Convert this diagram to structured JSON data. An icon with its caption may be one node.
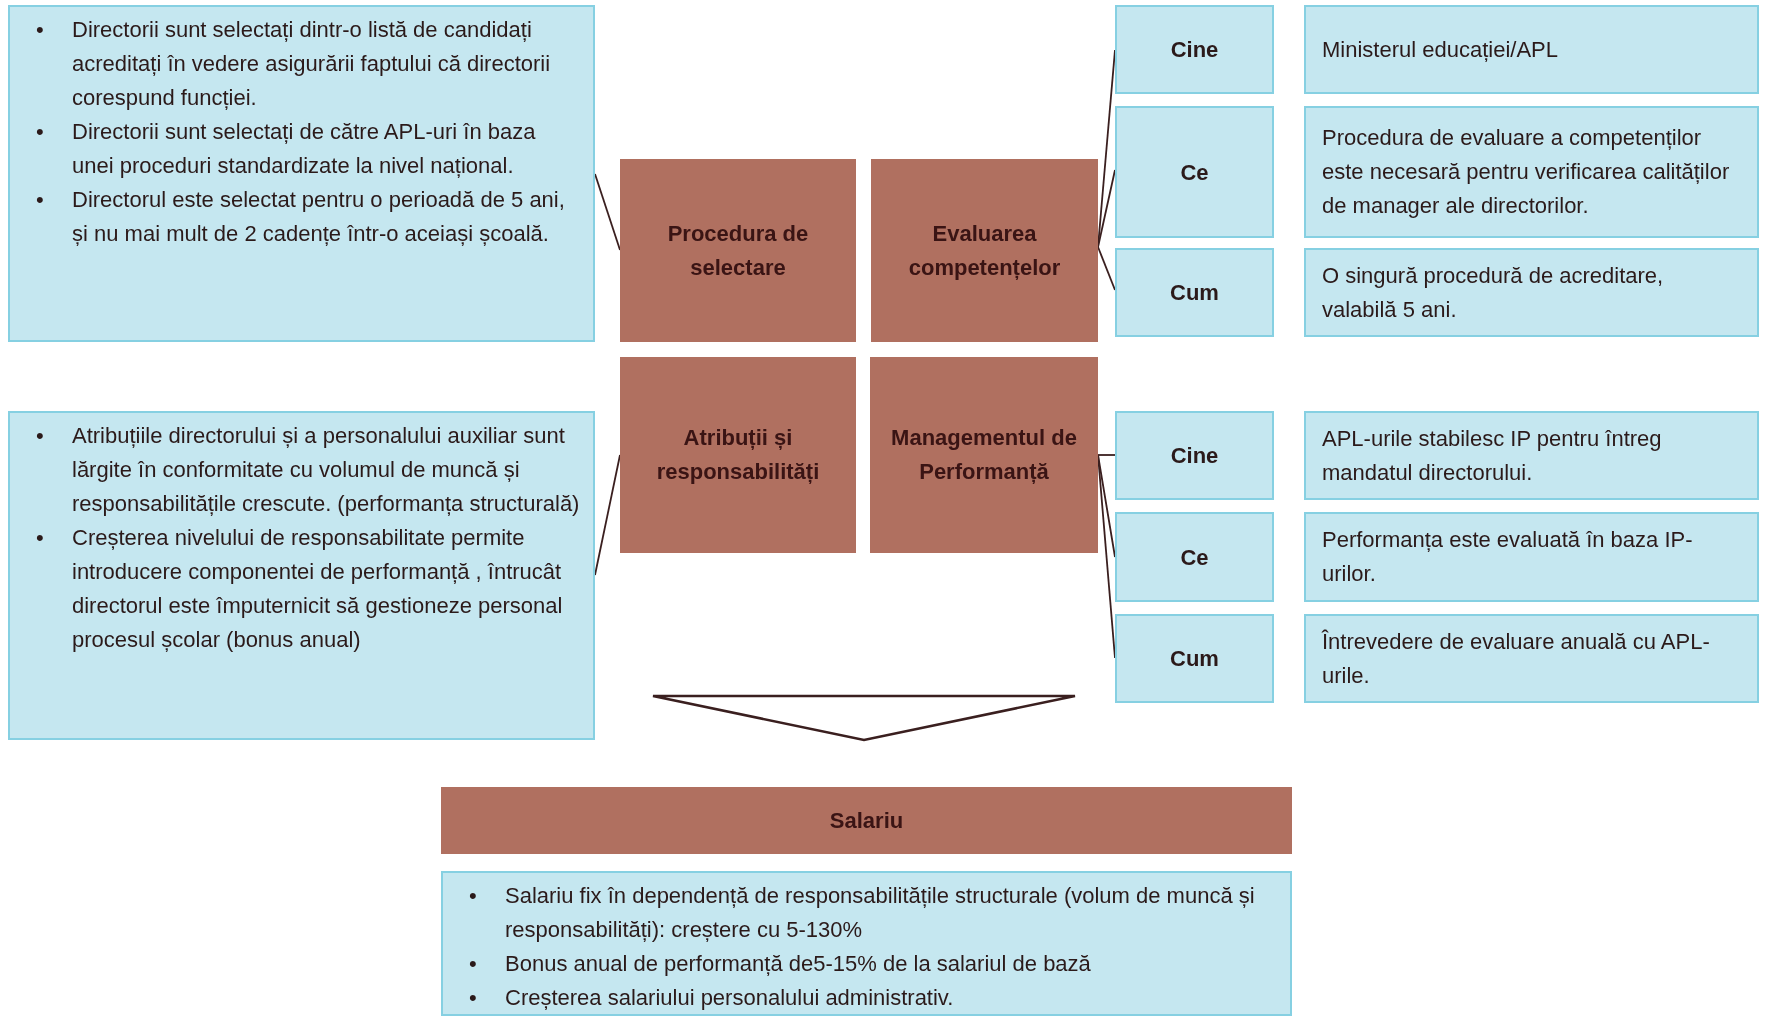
{
  "diagram": {
    "nodes": [
      {
        "text": [
          "Directorii sunt selectați dintr-o listă de candidați acreditați în vedere asigurării faptului că directorii corespund funcției.",
          "Directorii sunt selectați de către APL-uri în baza unei proceduri standardizate la nivel național.",
          "Directorul este selectat pentru o perioadă de 5 ani, și nu mai mult de 2 cadențe într-o aceiași școală."
        ]
      },
      {
        "text": [
          "Procedura de selectare"
        ]
      },
      {
        "text": [
          "Evaluarea competențelor"
        ]
      },
      {
        "text": [
          "Cine"
        ]
      },
      {
        "text": [
          "Ministerul educației/APL"
        ]
      },
      {
        "text": [
          "Ce"
        ]
      },
      {
        "text": [
          "Procedura de evaluare a competenților este necesară pentru verificarea calităților de manager ale directorilor."
        ]
      },
      {
        "text": [
          "Cum"
        ]
      },
      {
        "text": [
          "O singură procedură de acreditare, valabilă 5 ani."
        ]
      },
      {
        "text": [
          "Atribuțiile directorului și a personalului auxiliar sunt lărgite în conformitate cu volumul de muncă și responsabilitățile crescute. (performanța structurală)",
          "Creșterea nivelului de responsabilitate permite introducere componentei de performanță , întrucât directorul este împuternicit să gestioneze personal procesul școlar (bonus anual)"
        ]
      },
      {
        "text": [
          "Atribuții și responsabilități"
        ]
      },
      {
        "text": [
          "Managementul de Performanță"
        ]
      },
      {
        "text": [
          "Cine"
        ]
      },
      {
        "text": [
          "APL-urile stabilesc IP pentru întreg mandatul directorului."
        ]
      },
      {
        "text": [
          "Ce"
        ]
      },
      {
        "text": [
          "Performanța este evaluată în baza IP-urilor."
        ]
      },
      {
        "text": [
          "Cum"
        ]
      },
      {
        "text": [
          "Întrevedere de evaluare anuală cu APL-urile."
        ]
      },
      {
        "text": [],
        "shape": "triangle"
      },
      {
        "text": [
          "Salariu"
        ]
      },
      {
        "text": [
          "Salariu fix în dependență de responsabilitățile structurale (volum de muncă și responsabilități): creștere cu 5-130%",
          "Bonus anual de performanță de5-15% de la salariul de bază",
          " Creșterea salariului personalului administrativ."
        ]
      }
    ],
    "labels": [
      "•",
      "•",
      "•",
      "•",
      "•",
      "•",
      "•",
      "•"
    ],
    "edges": [
      {
        "from": 0,
        "to": 1,
        "arrow": "none"
      },
      {
        "from": 9,
        "to": 10,
        "arrow": "none"
      },
      {
        "from": 2,
        "to": 3,
        "arrow": "none"
      },
      {
        "from": 2,
        "to": 5,
        "arrow": "none"
      },
      {
        "from": 2,
        "to": 7,
        "arrow": "none"
      },
      {
        "from": 11,
        "to": 12,
        "arrow": "none"
      },
      {
        "from": 11,
        "to": 14,
        "arrow": "none"
      },
      {
        "from": 11,
        "to": 16,
        "arrow": "none"
      }
    ]
  }
}
